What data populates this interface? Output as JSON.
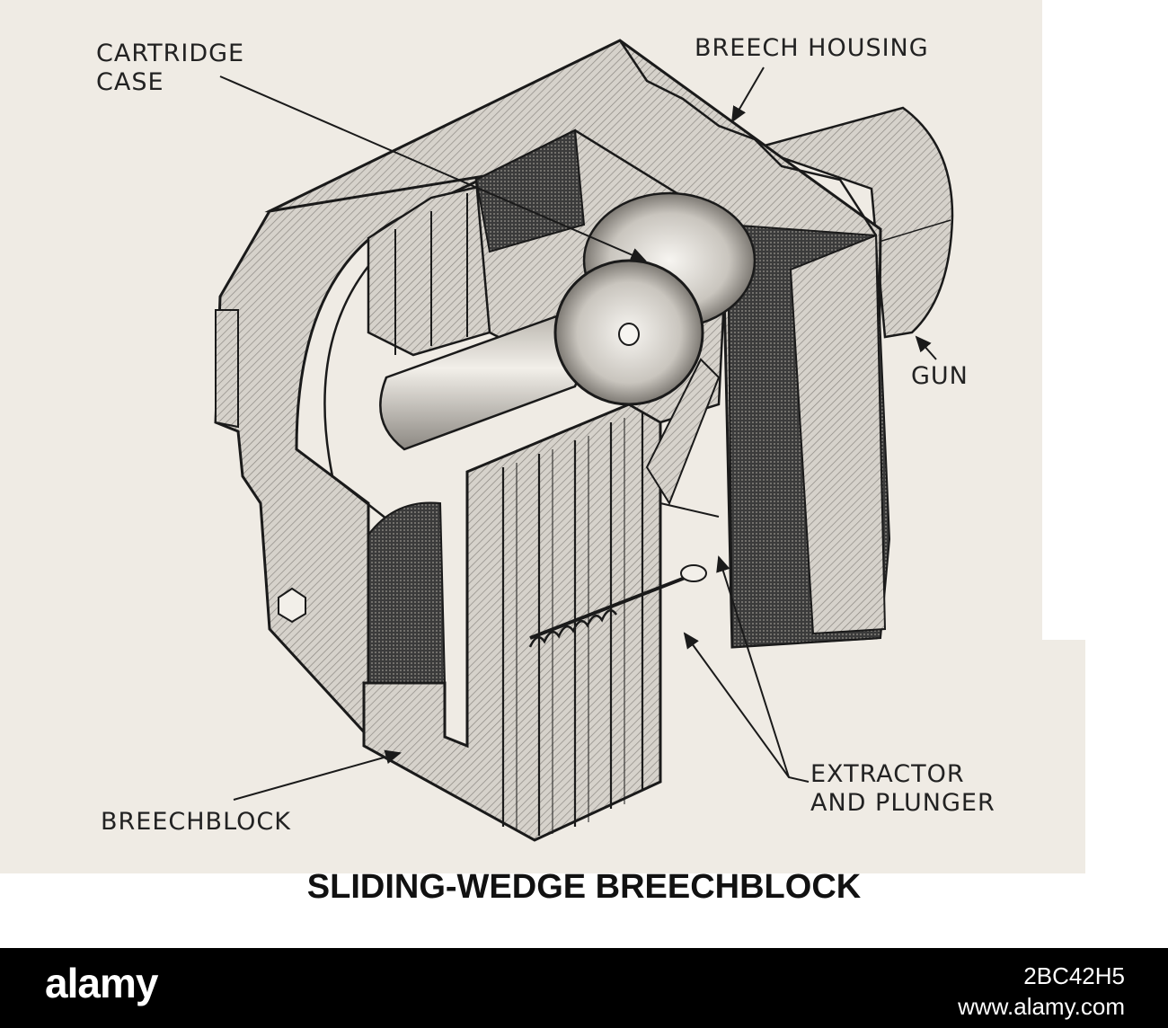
{
  "labels": {
    "cartridge_case": [
      "CARTRIDGE",
      "CASE"
    ],
    "breech_housing": "BREECH HOUSING",
    "gun": "GUN",
    "extractor_and_plunger": [
      "EXTRACTOR",
      "AND PLUNGER"
    ],
    "breechblock": "BREECHBLOCK"
  },
  "caption": "SLIDING-WEDGE BREECHBLOCK",
  "footer": {
    "logo": "alamy",
    "image_id": "2BC42H5",
    "site": "www.alamy.com"
  },
  "colors": {
    "paper": "#efebe4",
    "ink": "#1a1a1a",
    "footer": "#000000"
  }
}
